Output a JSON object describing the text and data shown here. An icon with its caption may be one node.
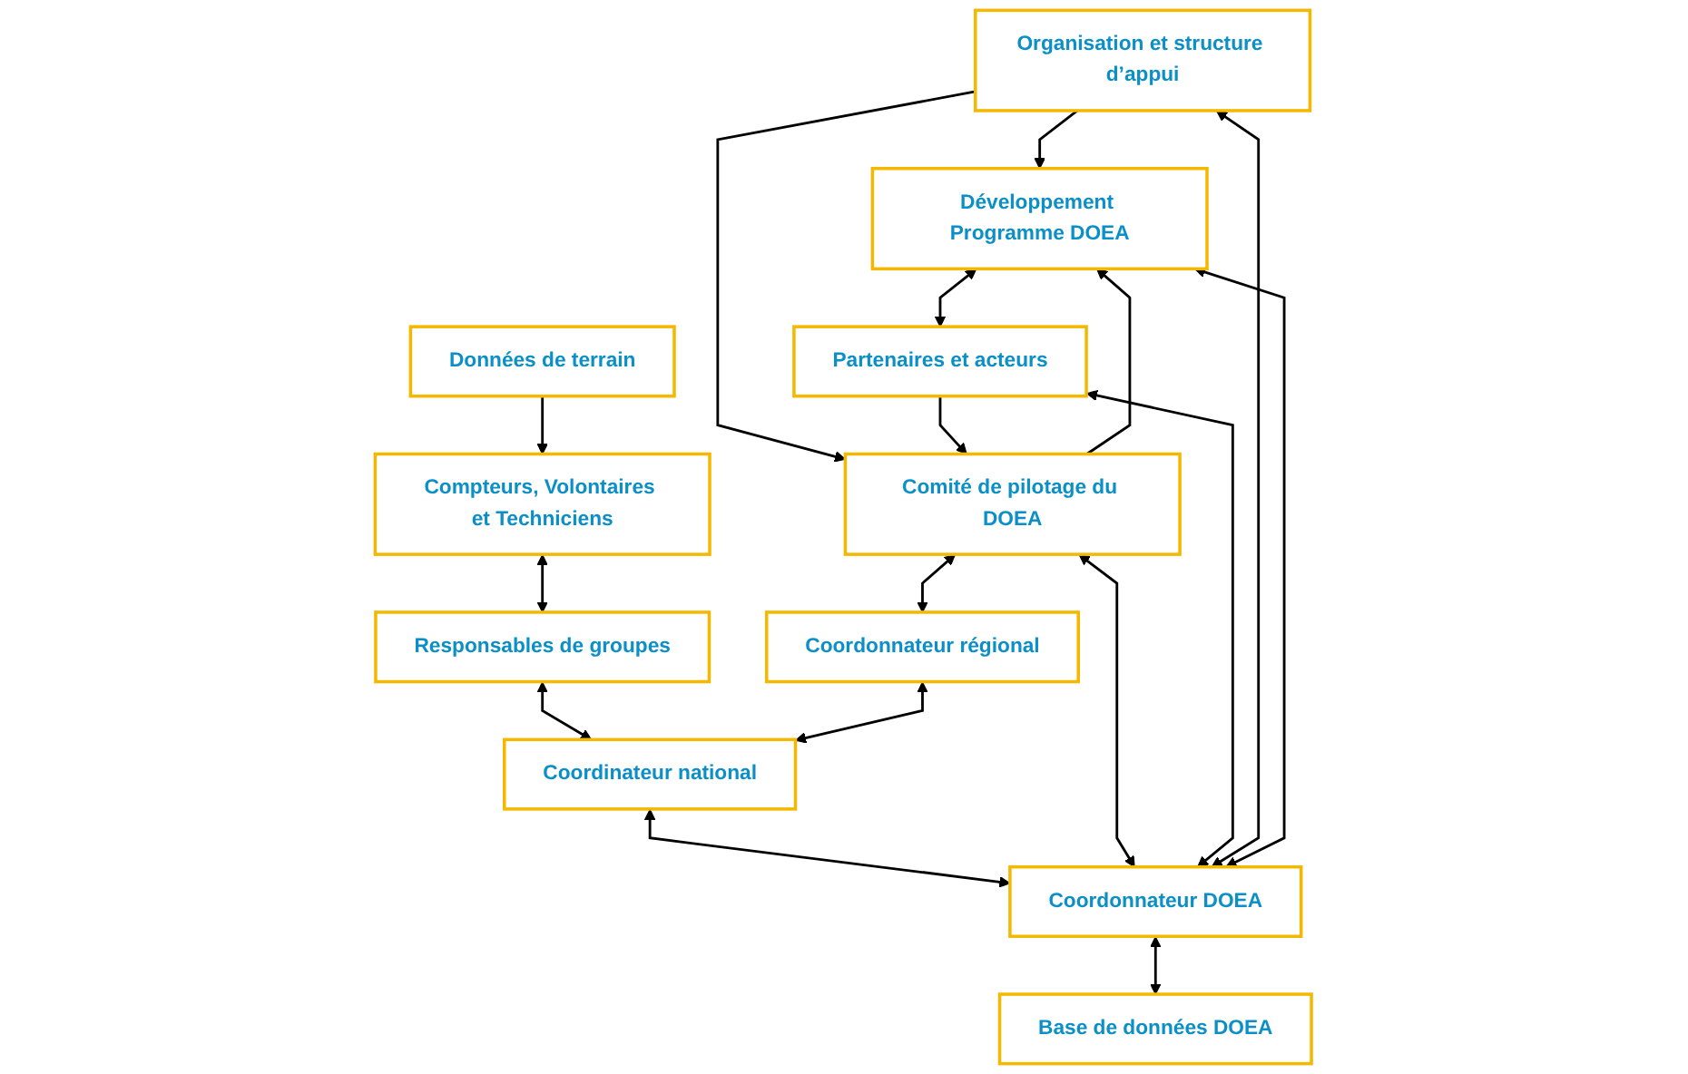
{
  "diagram": {
    "nodes": [
      {
        "text": [
          "Développement Programme DOEA"
        ]
      },
      {
        "text": [
          "Données de terrain"
        ]
      },
      {
        "text": [
          "Comité de pilotage du DOEA"
        ]
      },
      {
        "text": [
          "Compteurs, Volontaires et Techniciens"
        ]
      },
      {
        "text": [
          "Organisation et structure d’appui"
        ]
      },
      {
        "text": [
          "Partenaires et acteurs"
        ]
      },
      {
        "text": [
          "Responsables de groupes"
        ]
      },
      {
        "text": [
          "Coordonnateur régional"
        ]
      },
      {
        "text": [
          "Coordinateur national"
        ]
      },
      {
        "text": [
          "Coordonnateur DOEA"
        ]
      },
      {
        "text": [
          "Base de données DOEA"
        ]
      }
    ],
    "edges": [
      {
        "from": 9,
        "to": 0,
        "arrow": "both"
      },
      {
        "from": 4,
        "to": 0,
        "arrow": "to"
      },
      {
        "from": 4,
        "to": 2,
        "arrow": "to"
      },
      {
        "from": 0,
        "to": 5,
        "arrow": "both"
      },
      {
        "from": 5,
        "to": 2,
        "arrow": "to"
      },
      {
        "from": 2,
        "to": 0,
        "arrow": "to"
      },
      {
        "from": 2,
        "to": 7,
        "arrow": "both"
      },
      {
        "from": 1,
        "to": 3,
        "arrow": "to"
      },
      {
        "from": 3,
        "to": 6,
        "arrow": "both"
      },
      {
        "from": 6,
        "to": 8,
        "arrow": "both"
      },
      {
        "from": 7,
        "to": 8,
        "arrow": "both"
      },
      {
        "from": 8,
        "to": 9,
        "arrow": "both"
      },
      {
        "from": 9,
        "to": 10,
        "arrow": "both"
      },
      {
        "from": 2,
        "to": 9,
        "arrow": "both"
      },
      {
        "from": 5,
        "to": 9,
        "arrow": "both"
      },
      {
        "from": 4,
        "to": 9,
        "arrow": "both"
      }
    ]
  }
}
